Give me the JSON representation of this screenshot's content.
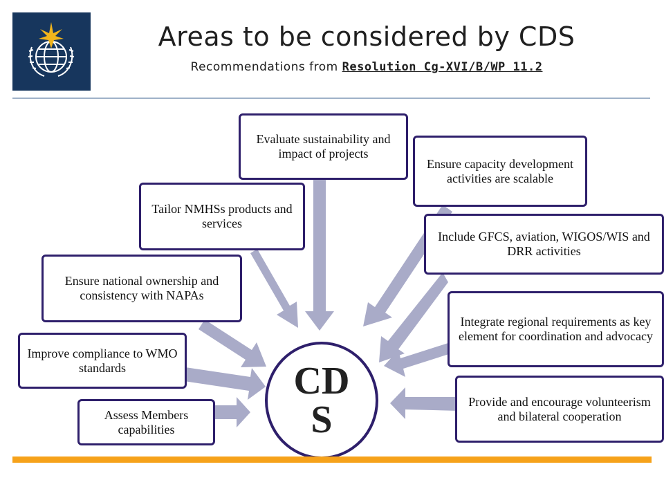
{
  "header": {
    "title": "Areas to be considered by CDS",
    "subtitle_prefix": "Recommendations from ",
    "subtitle_ref": "Resolution  Cg-XVI/B/WP 11.2"
  },
  "hub": {
    "label": "CDS"
  },
  "nodes": [
    {
      "id": "assess",
      "label": "Assess Members capabilities"
    },
    {
      "id": "compliance",
      "label": "Improve compliance to WMO standards"
    },
    {
      "id": "ownership",
      "label": "Ensure national ownership and consistency with NAPAs"
    },
    {
      "id": "tailor",
      "label": "Tailor NMHSs products and services"
    },
    {
      "id": "evaluate",
      "label": "Evaluate sustainability and impact of projects"
    },
    {
      "id": "scalable",
      "label": "Ensure capacity development activities are scalable"
    },
    {
      "id": "gfcs",
      "label": "Include GFCS, aviation, WIGOS/WIS and DRR activities"
    },
    {
      "id": "regional",
      "label": "Integrate regional requirements as key element for coordination and advocacy"
    },
    {
      "id": "volunteer",
      "label": "Provide and encourage volunteerism and bilateral cooperation"
    }
  ],
  "colors": {
    "arrow": "#a9abc8",
    "box_border": "#2e1f6b",
    "logo_bg": "#17365d",
    "accent_bar": "#f6a21a"
  },
  "icons": {
    "logo": "wmo-emblem-icon"
  }
}
